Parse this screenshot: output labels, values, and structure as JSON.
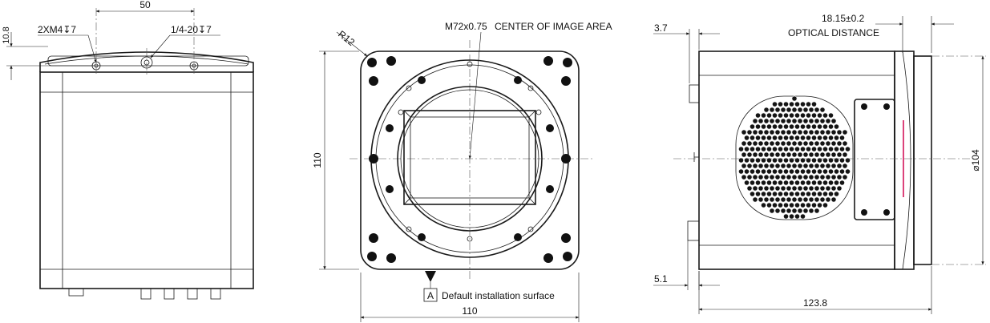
{
  "front_view": {
    "top_width_dim": "50",
    "height_dim": "10.8",
    "callout_holes": "2XM4↧7",
    "callout_tripod": "1/4-20↧7"
  },
  "rear_view": {
    "height_dim": "110",
    "width_dim": "110",
    "corner_radius": "R12",
    "mount_label": "M72x0.75",
    "center_label": "CENTER OF IMAGE AREA",
    "datum_letter": "A",
    "datum_text": "Default installation surface"
  },
  "side_view": {
    "flange_dim": "3.7",
    "optical_dim": "18.15±0.2",
    "optical_label": "OPTICAL DISTANCE",
    "bottom_offset_dim": "5.1",
    "length_dim": "123.8",
    "diameter_dim": "⌀104"
  },
  "colors": {
    "line": "#1a1a1a",
    "sensor_marker": "#d4145a"
  }
}
